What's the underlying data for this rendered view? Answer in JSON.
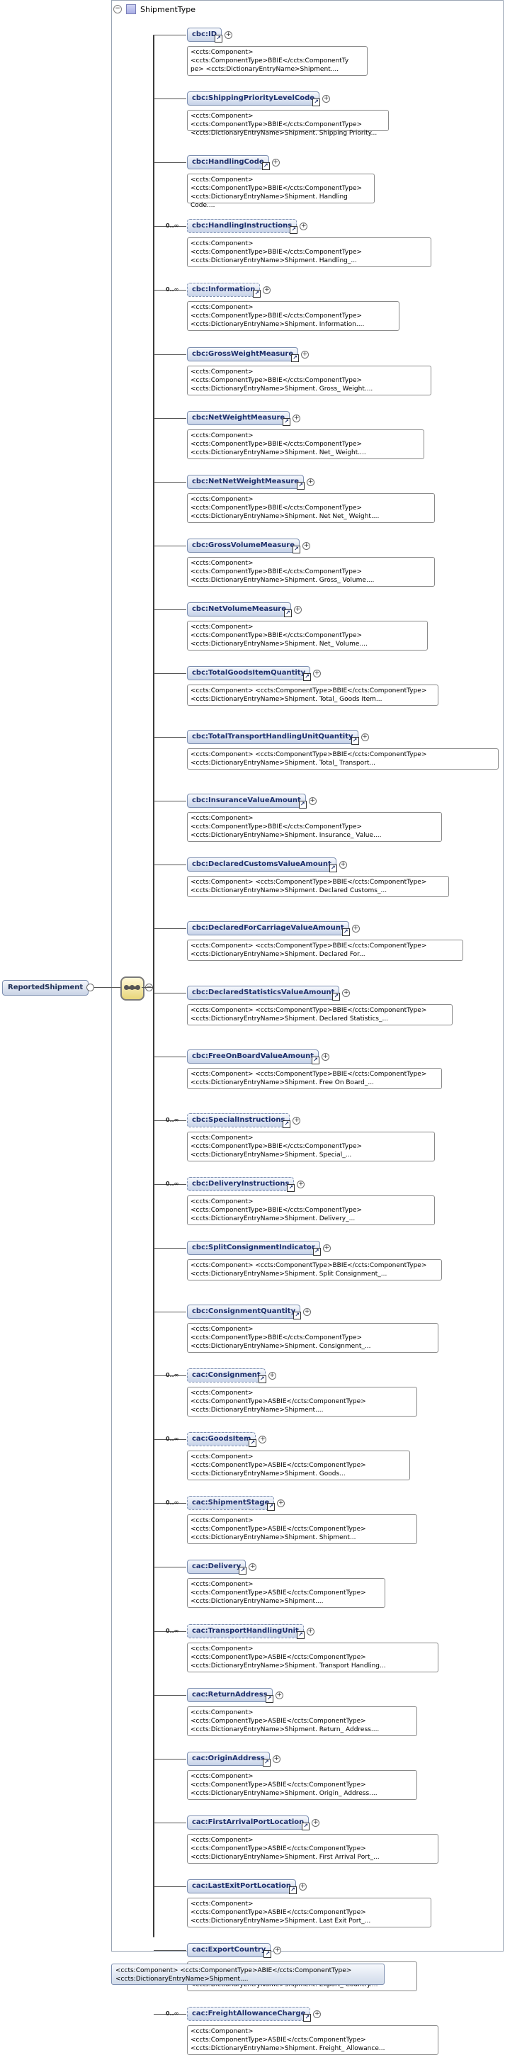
{
  "type_name": "ShipmentType",
  "root_element": "ReportedShipment",
  "footer_doc": "<ccts:Component> <ccts:ComponentType>ABIE</ccts:ComponentType>\n<ccts:DictionaryEntryName>Shipment....",
  "elements": [
    {
      "name": "cbc:ID",
      "occ": "",
      "doc": "<ccts:Component>\n<ccts:ComponentType>BBIE</ccts:ComponentTy\npe> <ccts:DictionaryEntryName>Shipment...."
    },
    {
      "name": "cbc:ShippingPriorityLevelCode",
      "occ": "",
      "doc": "<ccts:Component> <ccts:ComponentType>BBIE</ccts:ComponentType>\n<ccts:DictionaryEntryName>Shipment. Shipping Priority..."
    },
    {
      "name": "cbc:HandlingCode",
      "occ": "",
      "doc": "<ccts:Component>\n<ccts:ComponentType>BBIE</ccts:ComponentType>\n<ccts:DictionaryEntryName>Shipment. Handling Code...."
    },
    {
      "name": "cbc:HandlingInstructions",
      "occ": "0..∞",
      "doc": "<ccts:Component>\n<ccts:ComponentType>BBIE</ccts:ComponentType>\n<ccts:DictionaryEntryName>Shipment. Handling_..."
    },
    {
      "name": "cbc:Information",
      "occ": "0..∞",
      "doc": "<ccts:Component>\n<ccts:ComponentType>BBIE</ccts:ComponentType>\n<ccts:DictionaryEntryName>Shipment. Information...."
    },
    {
      "name": "cbc:GrossWeightMeasure",
      "occ": "",
      "doc": "<ccts:Component>\n<ccts:ComponentType>BBIE</ccts:ComponentType>\n<ccts:DictionaryEntryName>Shipment. Gross_ Weight...."
    },
    {
      "name": "cbc:NetWeightMeasure",
      "occ": "",
      "doc": "<ccts:Component>\n<ccts:ComponentType>BBIE</ccts:ComponentType>\n<ccts:DictionaryEntryName>Shipment. Net_ Weight...."
    },
    {
      "name": "cbc:NetNetWeightMeasure",
      "occ": "",
      "doc": "<ccts:Component>\n<ccts:ComponentType>BBIE</ccts:ComponentType>\n<ccts:DictionaryEntryName>Shipment. Net Net_ Weight...."
    },
    {
      "name": "cbc:GrossVolumeMeasure",
      "occ": "",
      "doc": "<ccts:Component>\n<ccts:ComponentType>BBIE</ccts:ComponentType>\n<ccts:DictionaryEntryName>Shipment. Gross_ Volume...."
    },
    {
      "name": "cbc:NetVolumeMeasure",
      "occ": "",
      "doc": "<ccts:Component>\n<ccts:ComponentType>BBIE</ccts:ComponentType>\n<ccts:DictionaryEntryName>Shipment. Net_ Volume...."
    },
    {
      "name": "cbc:TotalGoodsItemQuantity",
      "occ": "",
      "doc": "<ccts:Component> <ccts:ComponentType>BBIE</ccts:ComponentType>\n<ccts:DictionaryEntryName>Shipment. Total_ Goods Item..."
    },
    {
      "name": "cbc:TotalTransportHandlingUnitQuantity",
      "occ": "",
      "doc": "<ccts:Component> <ccts:ComponentType>BBIE</ccts:ComponentType>\n<ccts:DictionaryEntryName>Shipment. Total_ Transport..."
    },
    {
      "name": "cbc:InsuranceValueAmount",
      "occ": "",
      "doc": "<ccts:Component>\n<ccts:ComponentType>BBIE</ccts:ComponentType>\n<ccts:DictionaryEntryName>Shipment. Insurance_ Value...."
    },
    {
      "name": "cbc:DeclaredCustomsValueAmount",
      "occ": "",
      "doc": "<ccts:Component> <ccts:ComponentType>BBIE</ccts:ComponentType>\n<ccts:DictionaryEntryName>Shipment. Declared Customs_..."
    },
    {
      "name": "cbc:DeclaredForCarriageValueAmount",
      "occ": "",
      "doc": "<ccts:Component> <ccts:ComponentType>BBIE</ccts:ComponentType>\n<ccts:DictionaryEntryName>Shipment. Declared For..."
    },
    {
      "name": "cbc:DeclaredStatisticsValueAmount",
      "occ": "",
      "doc": "<ccts:Component> <ccts:ComponentType>BBIE</ccts:ComponentType>\n<ccts:DictionaryEntryName>Shipment. Declared Statistics_..."
    },
    {
      "name": "cbc:FreeOnBoardValueAmount",
      "occ": "",
      "doc": "<ccts:Component> <ccts:ComponentType>BBIE</ccts:ComponentType>\n<ccts:DictionaryEntryName>Shipment. Free On Board_..."
    },
    {
      "name": "cbc:SpecialInstructions",
      "occ": "0..∞",
      "doc": "<ccts:Component>\n<ccts:ComponentType>BBIE</ccts:ComponentType>\n<ccts:DictionaryEntryName>Shipment. Special_..."
    },
    {
      "name": "cbc:DeliveryInstructions",
      "occ": "0..∞",
      "doc": "<ccts:Component>\n<ccts:ComponentType>BBIE</ccts:ComponentType>\n<ccts:DictionaryEntryName>Shipment. Delivery_..."
    },
    {
      "name": "cbc:SplitConsignmentIndicator",
      "occ": "",
      "doc": "<ccts:Component> <ccts:ComponentType>BBIE</ccts:ComponentType>\n<ccts:DictionaryEntryName>Shipment. Split Consignment_..."
    },
    {
      "name": "cbc:ConsignmentQuantity",
      "occ": "",
      "doc": "<ccts:Component>\n<ccts:ComponentType>BBIE</ccts:ComponentType>\n<ccts:DictionaryEntryName>Shipment. Consignment_..."
    },
    {
      "name": "cac:Consignment",
      "occ": "0..∞",
      "doc": "<ccts:Component>\n<ccts:ComponentType>ASBIE</ccts:ComponentType>\n<ccts:DictionaryEntryName>Shipment...."
    },
    {
      "name": "cac:GoodsItem",
      "occ": "0..∞",
      "doc": "<ccts:Component>\n<ccts:ComponentType>ASBIE</ccts:ComponentType>\n<ccts:DictionaryEntryName>Shipment. Goods..."
    },
    {
      "name": "cac:ShipmentStage",
      "occ": "0..∞",
      "doc": "<ccts:Component>\n<ccts:ComponentType>ASBIE</ccts:ComponentType>\n<ccts:DictionaryEntryName>Shipment. Shipment..."
    },
    {
      "name": "cac:Delivery",
      "occ": "",
      "doc": "<ccts:Component>\n<ccts:ComponentType>ASBIE</ccts:ComponentType>\n<ccts:DictionaryEntryName>Shipment...."
    },
    {
      "name": "cac:TransportHandlingUnit",
      "occ": "0..∞",
      "doc": "<ccts:Component>\n<ccts:ComponentType>ASBIE</ccts:ComponentType>\n<ccts:DictionaryEntryName>Shipment. Transport Handling..."
    },
    {
      "name": "cac:ReturnAddress",
      "occ": "",
      "doc": "<ccts:Component>\n<ccts:ComponentType>ASBIE</ccts:ComponentType>\n<ccts:DictionaryEntryName>Shipment. Return_ Address...."
    },
    {
      "name": "cac:OriginAddress",
      "occ": "",
      "doc": "<ccts:Component>\n<ccts:ComponentType>ASBIE</ccts:ComponentType>\n<ccts:DictionaryEntryName>Shipment. Origin_ Address...."
    },
    {
      "name": "cac:FirstArrivalPortLocation",
      "occ": "",
      "doc": "<ccts:Component>\n<ccts:ComponentType>ASBIE</ccts:ComponentType>\n<ccts:DictionaryEntryName>Shipment. First Arrival Port_..."
    },
    {
      "name": "cac:LastExitPortLocation",
      "occ": "",
      "doc": "<ccts:Component>\n<ccts:ComponentType>ASBIE</ccts:ComponentType>\n<ccts:DictionaryEntryName>Shipment. Last Exit Port_..."
    },
    {
      "name": "cac:ExportCountry",
      "occ": "",
      "doc": "<ccts:Component>\n<ccts:ComponentType>ASBIE</ccts:ComponentType>\n<ccts:DictionaryEntryName>Shipment. Export_ Country...."
    },
    {
      "name": "cac:FreightAllowanceCharge",
      "occ": "0..∞",
      "doc": "<ccts:Component>\n<ccts:ComponentType>ASBIE</ccts:ComponentType>\n<ccts:DictionaryEntryName>Shipment. Freight_ Allowance..."
    }
  ]
}
